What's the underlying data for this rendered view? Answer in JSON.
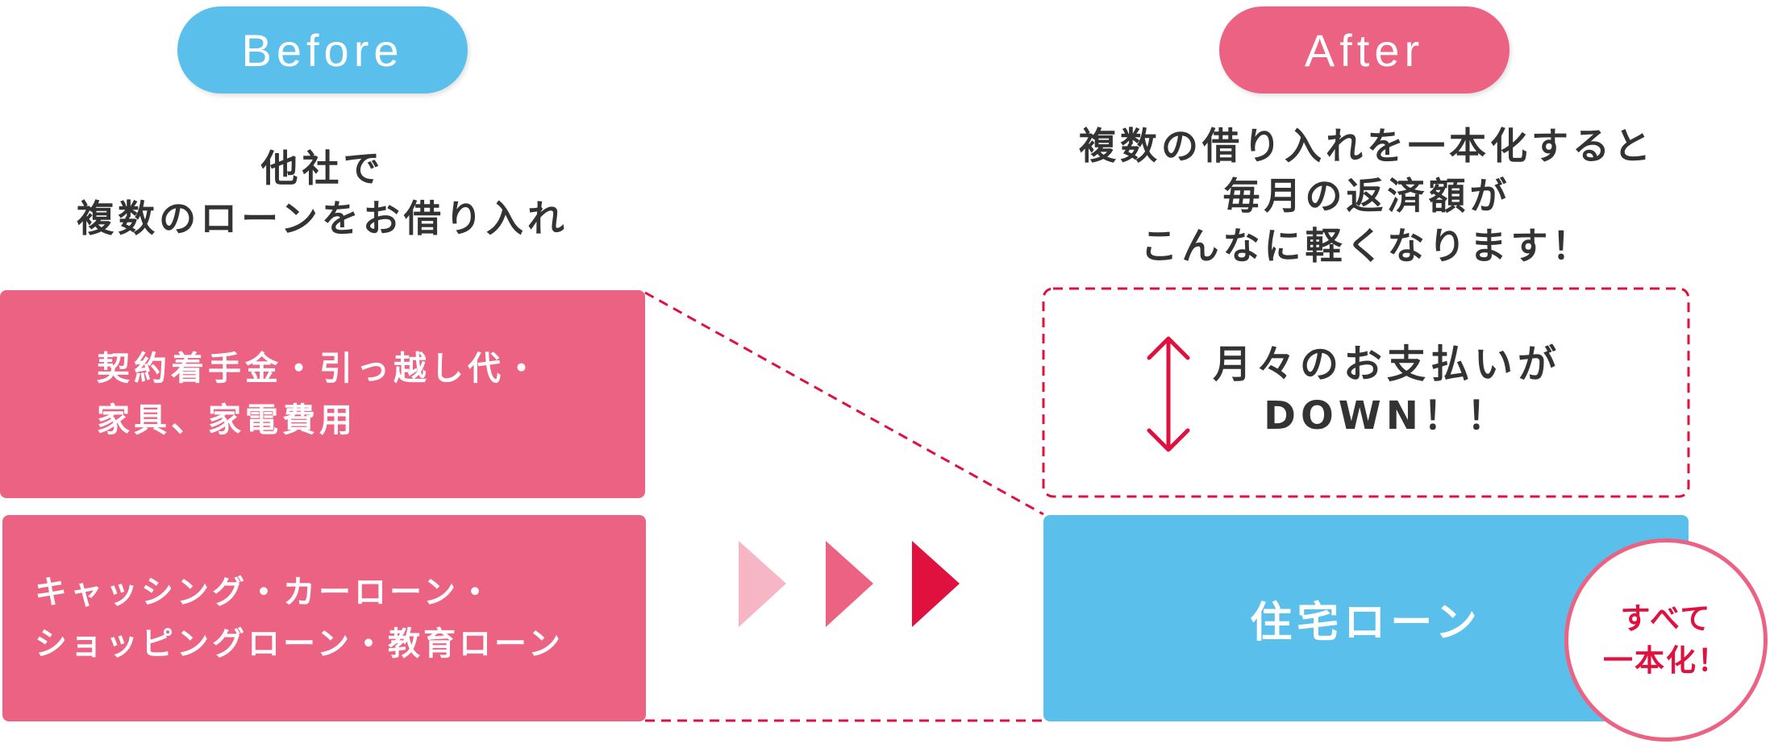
{
  "before": {
    "pill_label": "Before",
    "heading": [
      "他社で",
      "複数のローンをお借り入れ"
    ],
    "box1": [
      "契約着手金・引っ越し代・",
      "家具、家電費用"
    ],
    "box2": [
      "キャッシング・カーローン・",
      "ショッピングローン・教育ローン"
    ]
  },
  "after": {
    "pill_label": "After",
    "heading": [
      "複数の借り入れを一本化すると",
      "毎月の返済額が",
      "こんなに軽くなります！"
    ],
    "down_text": [
      "月々のお支払いが",
      "DOWN！！"
    ],
    "loan_label": "住宅ローン",
    "badge": [
      "すべて",
      "一本化！"
    ]
  },
  "colors": {
    "blue": "#5bbfeb",
    "pink": "#ec6282",
    "light_pink": "#f6b6c6",
    "red": "#e0103f",
    "text_dark": "#333333"
  },
  "icons": [
    "up-down-arrow-icon",
    "triangle-arrow-icon"
  ]
}
